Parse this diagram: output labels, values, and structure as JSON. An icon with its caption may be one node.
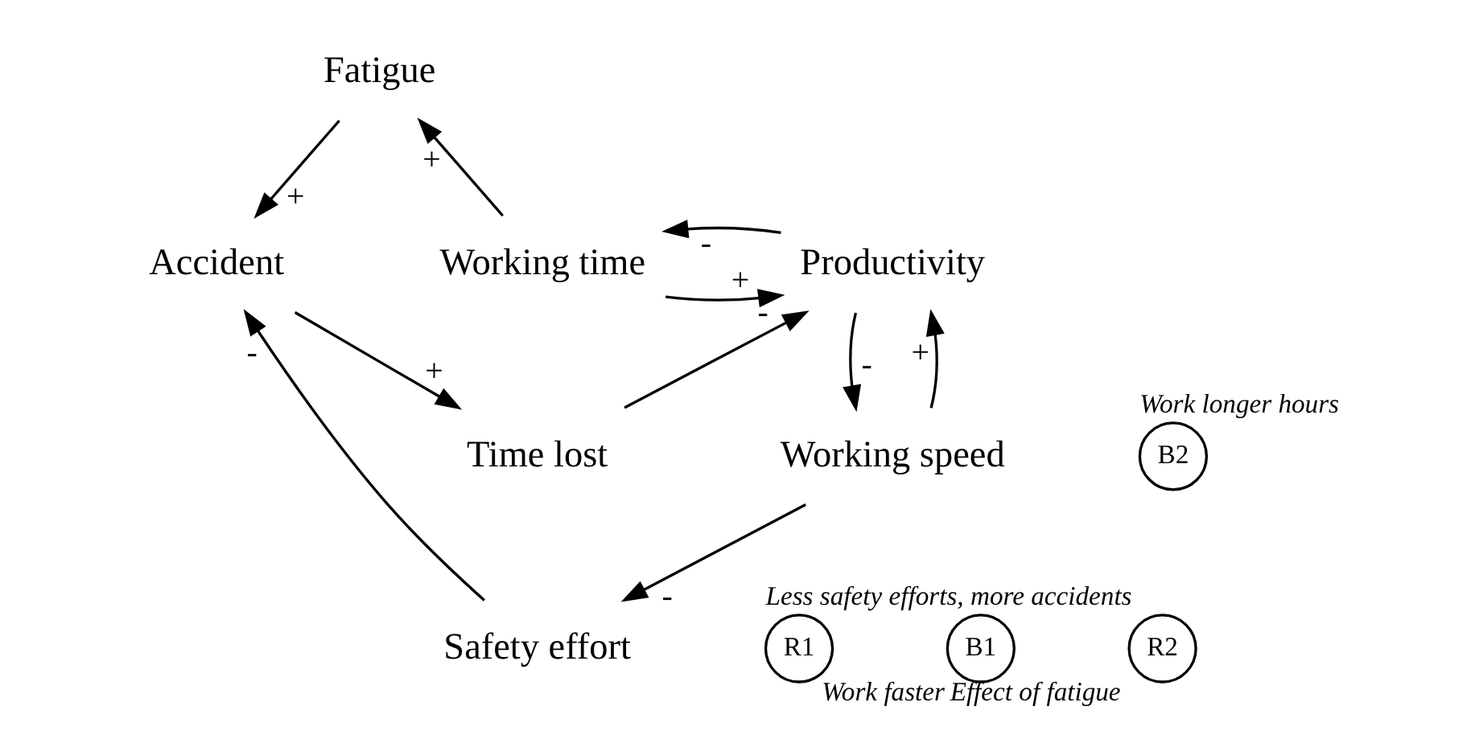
{
  "diagram": {
    "nodes": [
      {
        "text": [
          "Fatigue"
        ]
      },
      {
        "text": [
          "Working speed"
        ]
      },
      {
        "text": [
          "Safety effort"
        ]
      },
      {
        "text": [
          "Accident"
        ]
      },
      {
        "text": [
          "Productivity"
        ]
      },
      {
        "text": [
          "Working time"
        ]
      },
      {
        "text": [
          "Time lost"
        ]
      },
      {
        "text": [
          "R1"
        ],
        "beside": [
          "Less safety efforts, more accidents"
        ]
      },
      {
        "text": [
          "B1"
        ],
        "beside": [
          "Work faster"
        ]
      },
      {
        "text": [
          "R2"
        ],
        "beside": [
          "Effect of fatigue"
        ]
      },
      {
        "text": [
          "B2"
        ],
        "beside": [
          "Work longer hours"
        ]
      }
    ],
    "edges": [
      {
        "from": 5,
        "to": 0,
        "arrow": "to",
        "label": "+"
      },
      {
        "from": 0,
        "to": 3,
        "arrow": "to",
        "label": "+"
      },
      {
        "from": 1,
        "to": 2,
        "arrow": "to",
        "label": "-"
      },
      {
        "from": 2,
        "to": 3,
        "arrow": "to",
        "label": "-"
      },
      {
        "from": 3,
        "to": 6,
        "arrow": "to",
        "label": "+"
      },
      {
        "from": 6,
        "to": 4,
        "arrow": "to",
        "label": "-"
      },
      {
        "from": 1,
        "to": 4,
        "arrow": "to",
        "label": "+"
      },
      {
        "from": 4,
        "to": 1,
        "arrow": "to",
        "label": "-"
      },
      {
        "from": 5,
        "to": 4,
        "arrow": "to",
        "label": "+"
      },
      {
        "from": 4,
        "to": 5,
        "arrow": "to",
        "label": "-"
      }
    ]
  }
}
